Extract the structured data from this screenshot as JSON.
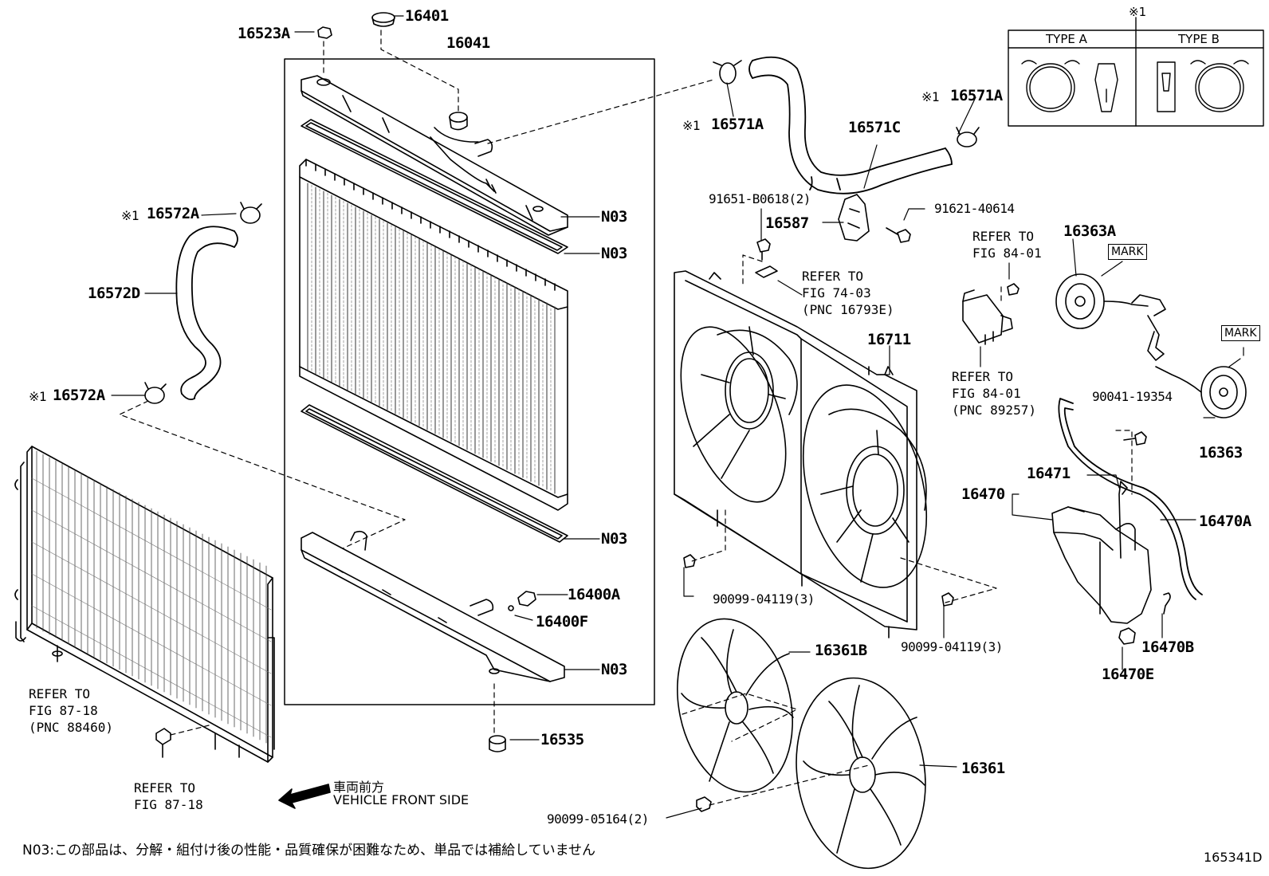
{
  "diagram_id": "165341D",
  "type_box": {
    "marker": "※1",
    "type_a": "TYPE A",
    "type_b": "TYPE B"
  },
  "parts": {
    "p16401": "16401",
    "p16523A": "16523A",
    "p16041": "16041",
    "p16571A_left": "16571A",
    "p16571A_right": "16571A",
    "p16571C": "16571C",
    "p16572A_top": "16572A",
    "p16572A_bottom": "16572A",
    "p16572D": "16572D",
    "n03_a": "N03",
    "n03_b": "N03",
    "n03_c": "N03",
    "n03_d": "N03",
    "p16400A": "16400A",
    "p16400F": "16400F",
    "p16535": "16535",
    "p91651": "91651-B0618(2)",
    "p16587": "16587",
    "p91621": "91621-40614",
    "p16711": "16711",
    "p16363A": "16363A",
    "p16363": "16363",
    "p90041": "90041-19354",
    "p16471": "16471",
    "p16470": "16470",
    "p16470A": "16470A",
    "p16470B": "16470B",
    "p16470E": "16470E",
    "p16361B": "16361B",
    "p16361": "16361",
    "p90099_04119_left": "90099-04119(3)",
    "p90099_04119_right": "90099-04119(3)",
    "p90099_05164": "90099-05164(2)"
  },
  "markers": {
    "m1": "※1",
    "m2": "※1",
    "m3": "※1",
    "m4": "※1"
  },
  "mark_labels": {
    "mark_a": "MARK",
    "mark_b": "MARK"
  },
  "refs": {
    "ref_74_03": "REFER TO\nFIG 74-03\n(PNC 16793E)",
    "ref_84_01_top": "REFER TO\nFIG 84-01",
    "ref_84_01_bottom": "REFER TO\nFIG 84-01\n(PNC 89257)",
    "ref_87_18_a": "REFER TO\nFIG 87-18\n(PNC 88460)",
    "ref_87_18_b": "REFER TO\nFIG 87-18"
  },
  "direction": {
    "jp": "車両前方",
    "en": "VEHICLE FRONT SIDE"
  },
  "footnote": "N03:この部品は、分解・組付け後の性能・品質確保が困難なため、単品では補給していません"
}
